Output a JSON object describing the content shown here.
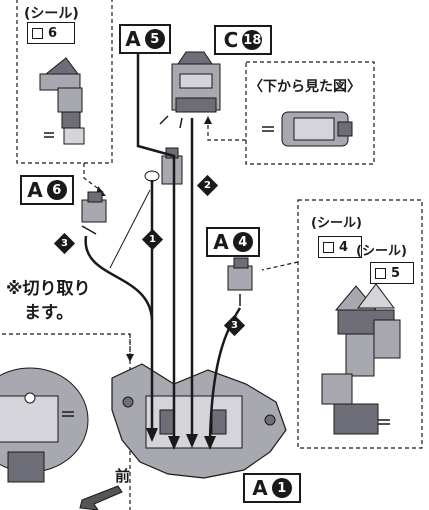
{
  "labels": {
    "a5": {
      "prefix": "A",
      "num": "5"
    },
    "c18": {
      "prefix": "C",
      "num": "18"
    },
    "a6": {
      "prefix": "A",
      "num": "6"
    },
    "a4": {
      "prefix": "A",
      "num": "4"
    },
    "a1": {
      "prefix": "A",
      "num": "1"
    }
  },
  "seal_text": "(シール)",
  "seal_numbers": {
    "top_left": "6",
    "right_1": "4",
    "right_2": "5"
  },
  "bottom_view_caption": "〈下から見た図〉",
  "cut_note": [
    "※切り取り",
    "ます。"
  ],
  "front_label": "前",
  "steps": [
    "1",
    "2",
    "3",
    "3"
  ],
  "colors": {
    "ink": "#1a1a1a",
    "part_fill": "#a8a8b0",
    "part_dark": "#6e6e78",
    "part_light": "#d4d4da"
  }
}
